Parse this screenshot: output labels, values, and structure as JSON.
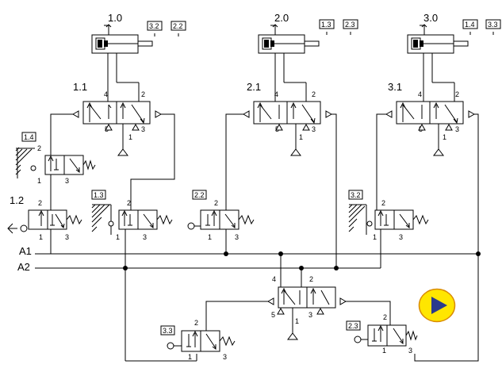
{
  "cylinders": [
    {
      "label": "1.0",
      "tags": [
        "3.2",
        "2.2"
      ]
    },
    {
      "label": "2.0",
      "tags": [
        "1.3",
        "2.3"
      ]
    },
    {
      "label": "3.0",
      "tags": [
        "1.4",
        "3.3"
      ]
    }
  ],
  "main_valves": [
    {
      "label": "1.1",
      "ports": {
        "p4": "4",
        "p2": "2",
        "p5": "5",
        "p1": "1",
        "p3": "3"
      }
    },
    {
      "label": "2.1",
      "ports": {
        "p4": "4",
        "p2": "2",
        "p5": "5",
        "p1": "1",
        "p3": "3"
      }
    },
    {
      "label": "3.1",
      "ports": {
        "p4": "4",
        "p2": "2",
        "p5": "5",
        "p1": "1",
        "p3": "3"
      }
    }
  ],
  "limit_valves": {
    "v14": {
      "tag": "1.4",
      "ports": {
        "p2": "2",
        "p1": "1",
        "p3": "3"
      }
    },
    "v12": {
      "label": "1.2",
      "ports": {
        "p2": "2",
        "p1": "1",
        "p3": "3"
      }
    },
    "v13": {
      "tag": "1.3",
      "ports": {
        "p2": "2",
        "p1": "1",
        "p3": "3"
      }
    },
    "v22": {
      "tag": "2.2",
      "ports": {
        "p2": "2",
        "p1": "1",
        "p3": "3"
      }
    },
    "v32": {
      "tag": "3.2",
      "ports": {
        "p2": "2",
        "p1": "1",
        "p3": "3"
      }
    },
    "v33": {
      "tag": "3.3",
      "ports": {
        "p2": "2",
        "p1": "1",
        "p3": "3"
      }
    },
    "v23": {
      "tag": "2.3",
      "ports": {
        "p2": "2",
        "p1": "1",
        "p3": "3"
      }
    }
  },
  "memory_valve": {
    "ports": {
      "p4": "4",
      "p2": "2",
      "p5": "5",
      "p1": "1",
      "p3": "3"
    }
  },
  "lines": {
    "a1": "A1",
    "a2": "A2"
  },
  "colors": {
    "play_fill": "#ffe600",
    "play_border": "#d98a00",
    "play_triangle": "#2a3a8c"
  },
  "icons": {
    "play": "play-icon"
  }
}
